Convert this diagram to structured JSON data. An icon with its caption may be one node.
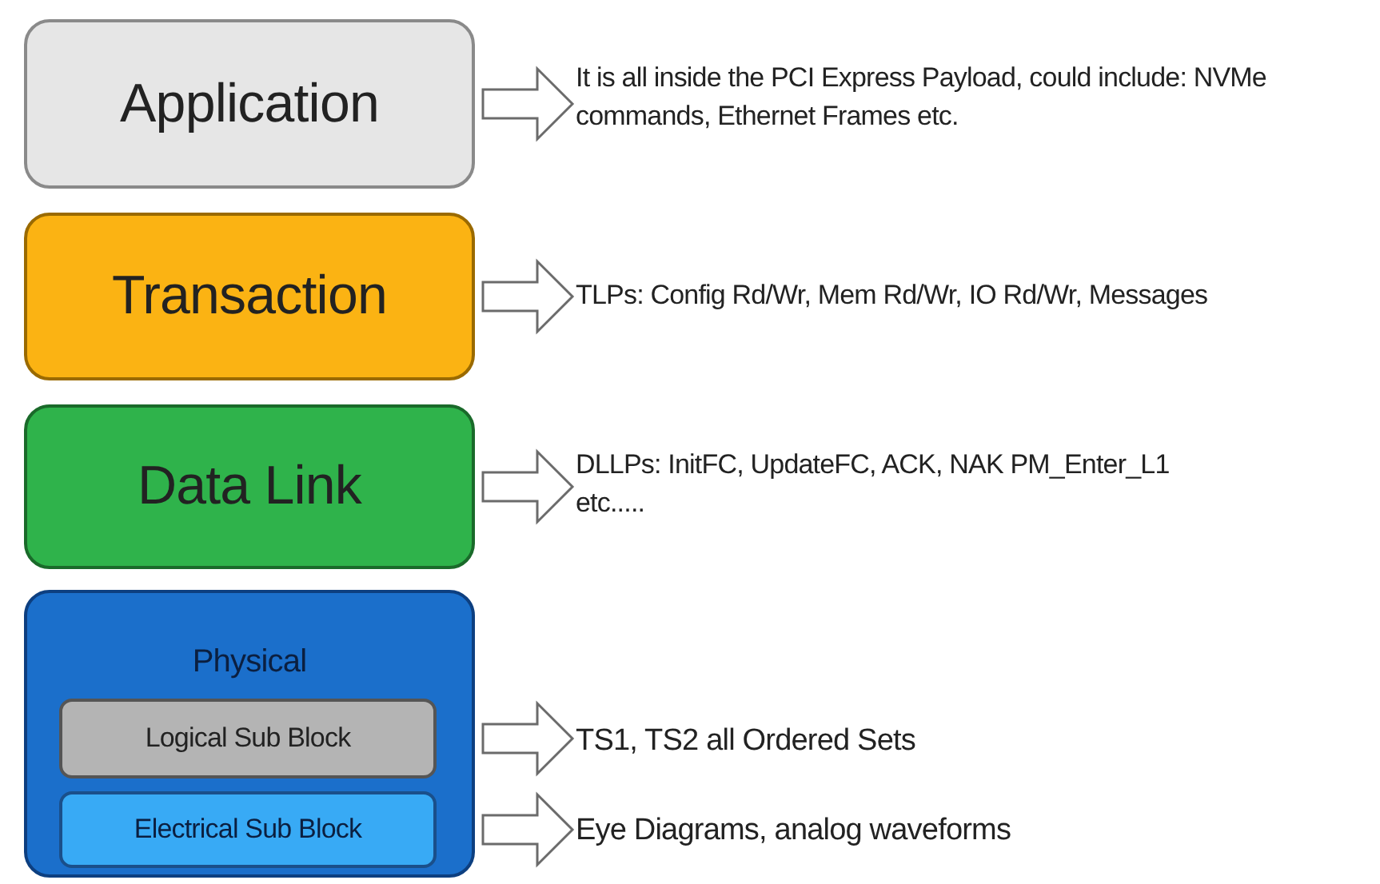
{
  "diagram": {
    "nodes": [
      {
        "text": [
          "Application"
        ]
      },
      {
        "text": [
          "It is all inside the PCI Express Payload, could include: NVMe commands, Ethernet Frames etc."
        ]
      },
      {
        "text": [
          "Transaction"
        ]
      },
      {
        "text": [
          "TLPs: Config Rd/Wr, Mem Rd/Wr, IO Rd/Wr, Messages"
        ]
      },
      {
        "text": [
          "Data Link"
        ]
      },
      {
        "text": [
          "DLLPs: InitFC, UpdateFC, ACK, NAK PM_Enter_L1 etc....."
        ]
      },
      {
        "text": [
          "Physical"
        ]
      },
      {
        "text": [
          "Logical Sub Block"
        ],
        "in": 6
      },
      {
        "text": [
          "Electrical Sub Block"
        ],
        "in": 6
      },
      {
        "text": [
          "TS1, TS2 all Ordered Sets"
        ]
      },
      {
        "text": [
          "Eye Diagrams, analog waveforms"
        ]
      }
    ],
    "edges": [
      {
        "from": 0,
        "to": 1,
        "arrow": "to"
      },
      {
        "from": 2,
        "to": 3,
        "arrow": "to"
      },
      {
        "from": 4,
        "to": 5,
        "arrow": "to"
      },
      {
        "from": 7,
        "to": 9,
        "arrow": "to"
      },
      {
        "from": 8,
        "to": 10,
        "arrow": "to"
      }
    ]
  }
}
